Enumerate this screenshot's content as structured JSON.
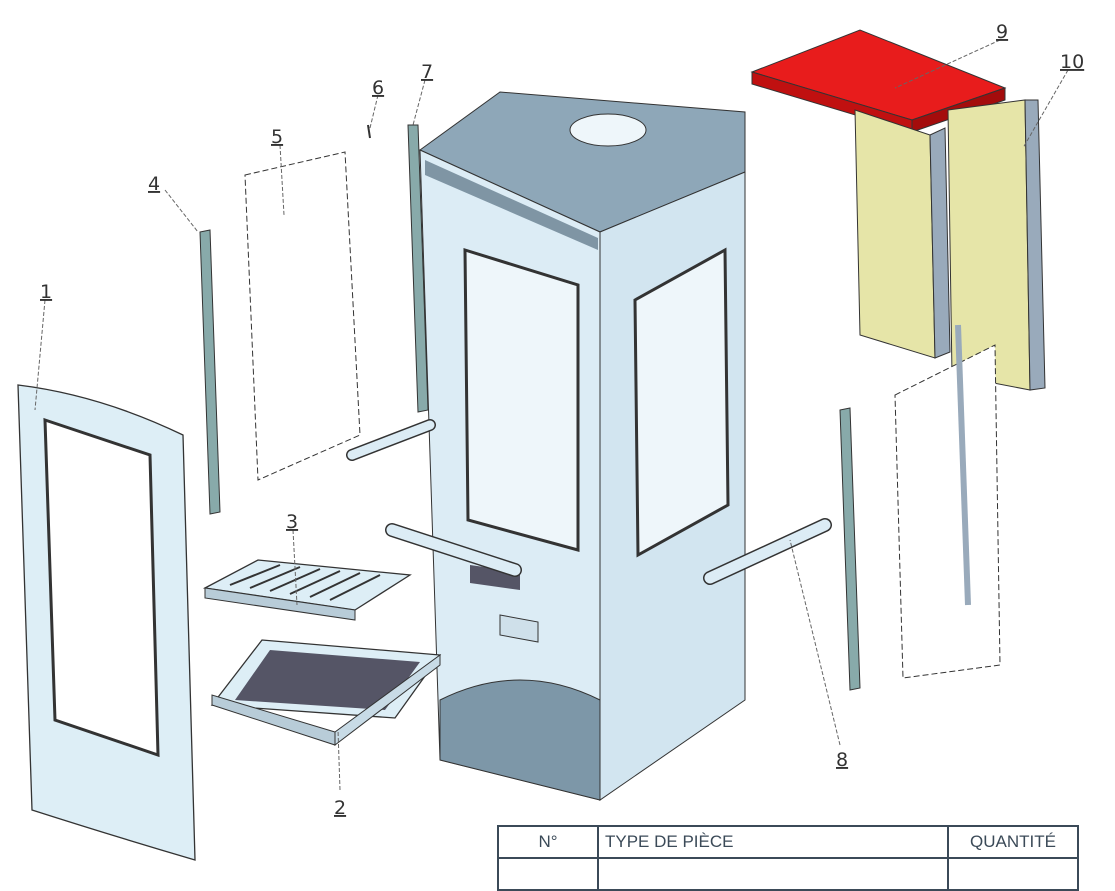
{
  "callouts": [
    "1",
    "2",
    "3",
    "4",
    "5",
    "6",
    "7",
    "8",
    "9",
    "10"
  ],
  "table": {
    "headers": {
      "number": "N°",
      "type": "TYPE DE PIÈCE",
      "quantity": "QUANTITÉ"
    }
  },
  "colors": {
    "highlight": "#e81c1c",
    "panel": "#e6e5a8",
    "body": "#dcecf5",
    "top": "#8ea7b8"
  }
}
